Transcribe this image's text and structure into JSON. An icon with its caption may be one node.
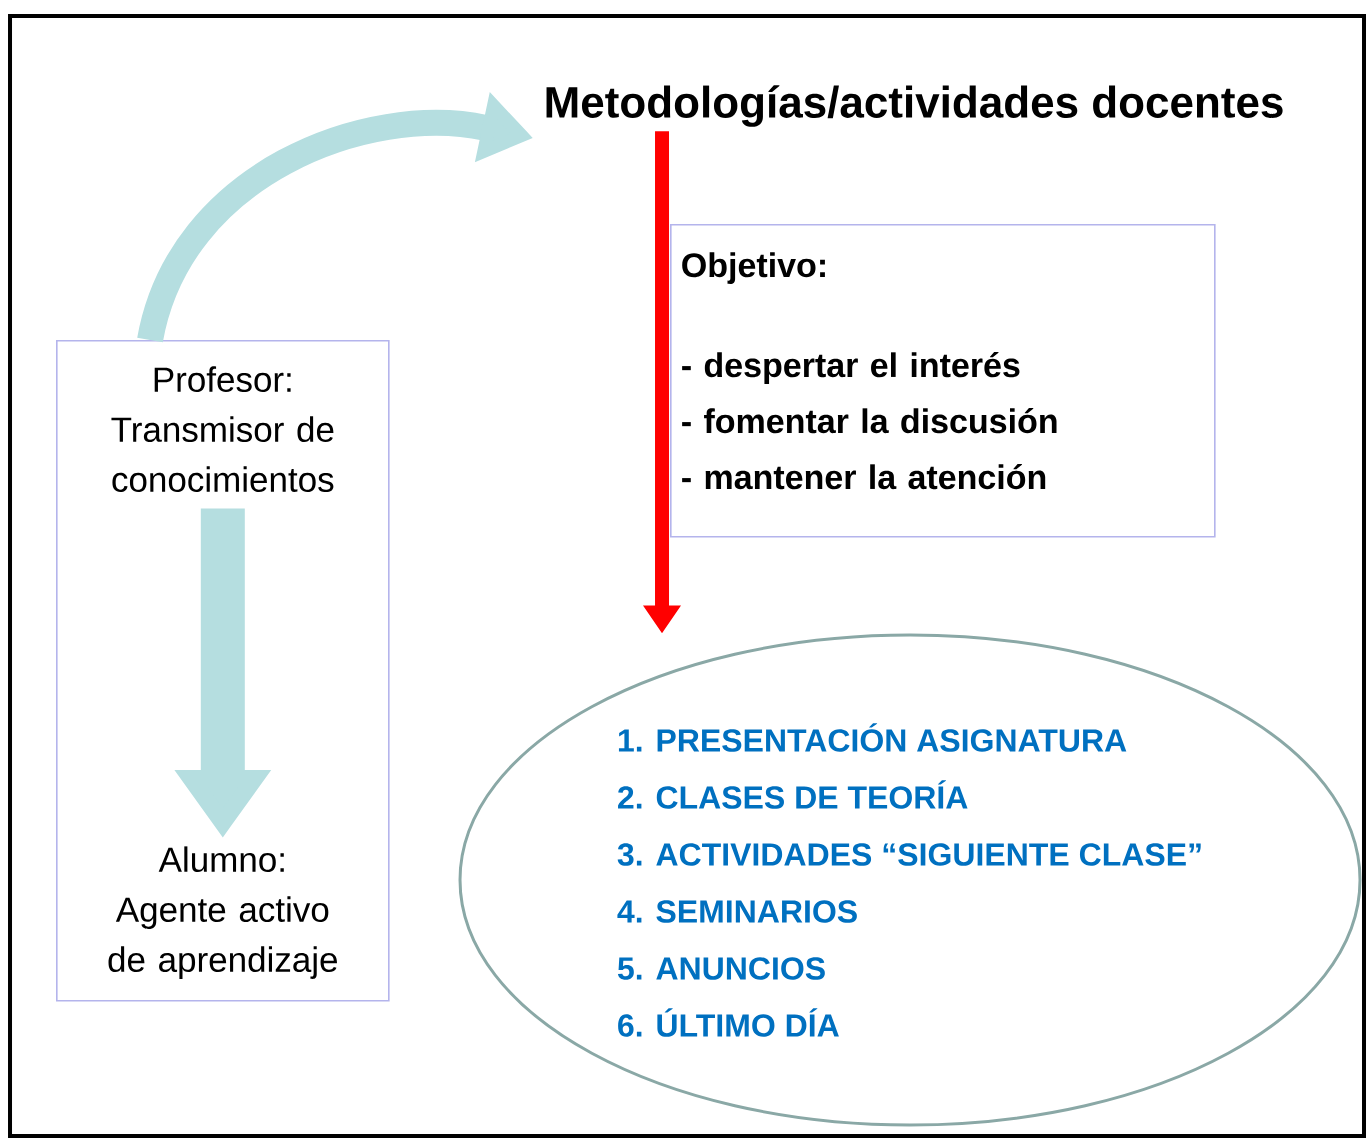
{
  "diagram": {
    "nodes": [
      {
        "text": [],
        "shape": "box"
      },
      {
        "text": [
          "Profesor:",
          "Transmisor de conocimientos"
        ],
        "in": 0
      },
      {
        "text": [
          "Alumno:",
          "Agente activo de aprendizaje"
        ],
        "in": 0
      },
      {
        "text": [
          "Metodologías/actividades docentes"
        ]
      },
      {
        "text": [
          "Objetivo:",
          "- despertar el interés",
          "- fomentar la discusión",
          "- mantener la atención"
        ]
      },
      {
        "text": [
          "1. PRESENTACIÓN ASIGNATURA",
          "2. CLASES DE TEORÍA",
          "3. ACTIVIDADES “SIGUIENTE CLASE”",
          "4. SEMINARIOS",
          "5. ANUNCIOS",
          "6. ÚLTIMO DÍA"
        ]
      }
    ],
    "edges": [
      {
        "from": 0,
        "to": 3,
        "arrow": "to"
      },
      {
        "from": 1,
        "to": 2,
        "arrow": "to"
      },
      {
        "from": 3,
        "to": 5,
        "arrow": "to",
        "color": "#ff0000"
      }
    ]
  }
}
